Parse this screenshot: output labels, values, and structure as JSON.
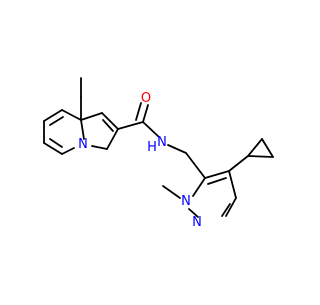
{
  "molecule": {
    "atom_labels": {
      "carbonyl_oxygen": "O",
      "amide_nitrogen": "N",
      "amide_hydrogen": "H",
      "indolizine_nitrogen": "N",
      "pyrazole_n1": "N",
      "pyrazole_n2": "N"
    },
    "colors": {
      "bond": "#000000",
      "oxygen": "#ff0000",
      "nitrogen": "#0000ff",
      "background": "#ffffff"
    }
  }
}
